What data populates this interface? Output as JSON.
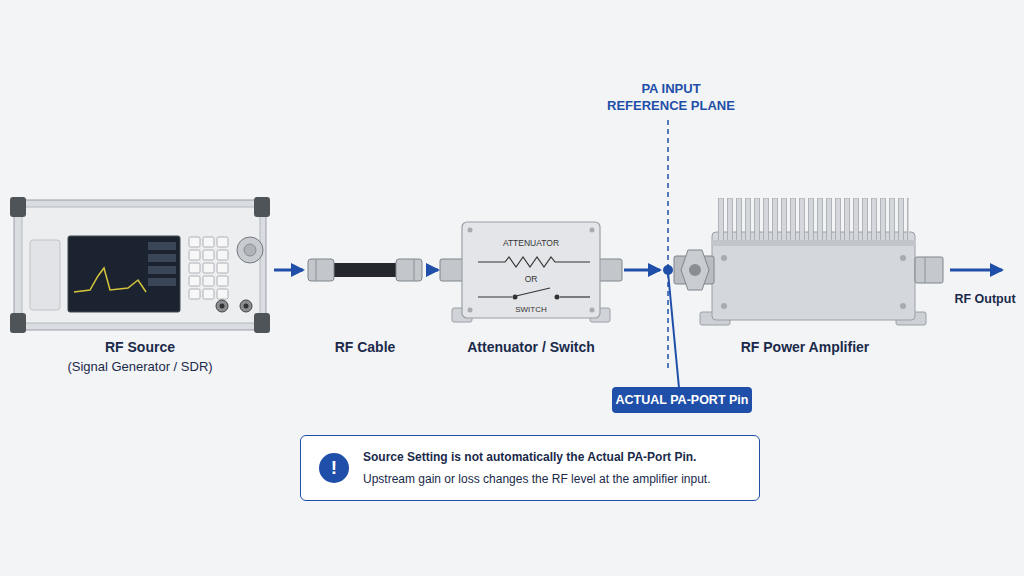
{
  "diagram": {
    "nodes": [
      {
        "text": [
          "RF Source",
          "(Signal Generator / SDR)"
        ]
      },
      {
        "text": [
          "RF Cable"
        ]
      },
      {
        "text": [
          "ATTENUATOR",
          "OR",
          "SWITCH",
          "Attenuator / Switch"
        ]
      },
      {
        "text": [
          "RF Power Amplifier"
        ]
      },
      {
        "text": [
          "ACTUAL PA-PORT Pin"
        ]
      },
      {
        "text": [
          "!",
          "Source Setting is not automatically the Actual PA-Port Pin.",
          "Upstream gain or loss changes the RF level at the amplifier input."
        ]
      }
    ],
    "edges": [
      {
        "from": 0,
        "to": 1,
        "arrow": "to"
      },
      {
        "from": 1,
        "to": 2,
        "arrow": "to"
      },
      {
        "from": 2,
        "to": 3,
        "arrow": "to"
      }
    ],
    "labels": [
      "PA INPUT REFERENCE PLANE",
      "RF Output"
    ]
  }
}
